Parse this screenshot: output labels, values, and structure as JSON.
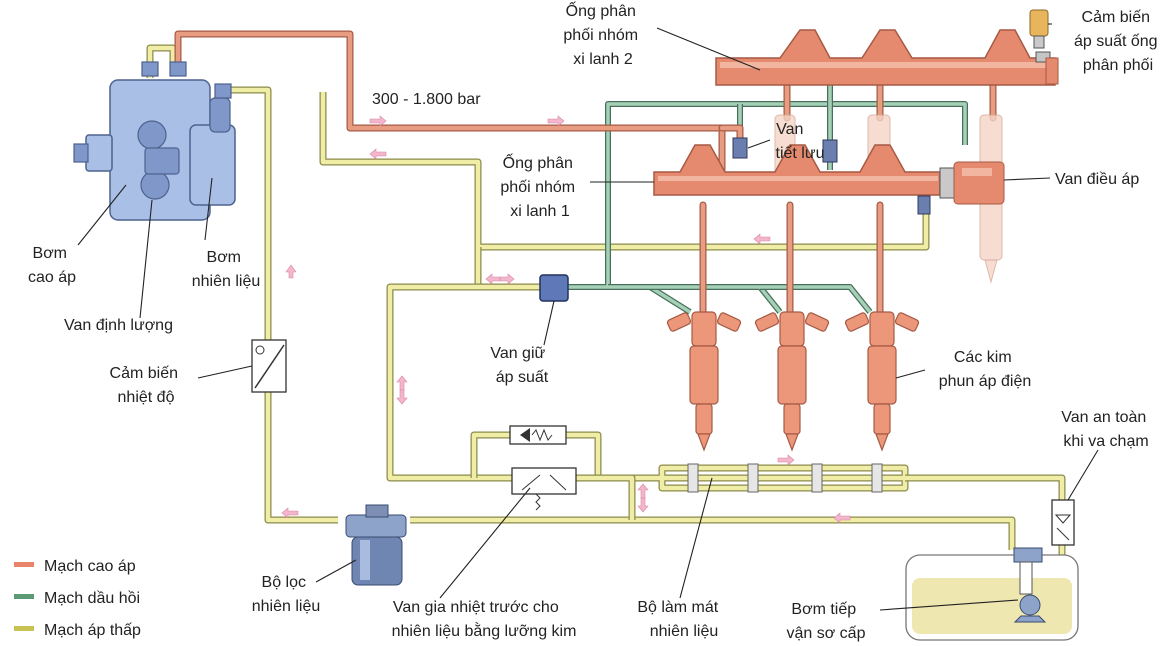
{
  "labels": {
    "rail2": [
      "Ống phân",
      "phối nhóm",
      "xi lanh 2"
    ],
    "rail_sensor": [
      "Cảm biến",
      "áp suất ống",
      "phân phối"
    ],
    "pressure": "300 - 1.800 bar",
    "throttle_valve": [
      "Van",
      "tiết lưu"
    ],
    "rail1": [
      "Ống phân",
      "phối nhóm",
      "xi lanh 1"
    ],
    "pressure_regulator": "Van điều áp",
    "hp_pump": [
      "Bơm",
      "cao áp"
    ],
    "fuel_pump": [
      "Bơm",
      "nhiên liệu"
    ],
    "metering_valve": "Van định lượng",
    "pressure_hold_valve": [
      "Van giữ",
      "áp suất"
    ],
    "injectors": [
      "Các kim",
      "phun áp điện"
    ],
    "temp_sensor": [
      "Cảm biến",
      "nhiệt độ"
    ],
    "safety_valve": [
      "Van an toàn",
      "khi va chạm"
    ],
    "fuel_filter": [
      "Bộ lọc",
      "nhiên liệu"
    ],
    "preheat_valve": [
      "Van gia nhiệt trước cho",
      "nhiên liệu bằng lưỡng kim"
    ],
    "fuel_cooler": [
      "Bộ làm mát",
      "nhiên liệu"
    ],
    "primary_pump": [
      "Bơm tiếp",
      "vận sơ cấp"
    ]
  },
  "legend": [
    {
      "label": "Mạch cao áp",
      "color": "#e8846a"
    },
    {
      "label": "Mạch dầu hồi",
      "color": "#5c9a74"
    },
    {
      "label": "Mạch áp thấp",
      "color": "#c8c253"
    }
  ],
  "colors": {
    "high_pressure": "#e8846a",
    "return": "#5c9a74",
    "low_pressure": "#c8c253",
    "pump": "#a9bfe6",
    "flow_arrow": "#f3b6cc"
  }
}
